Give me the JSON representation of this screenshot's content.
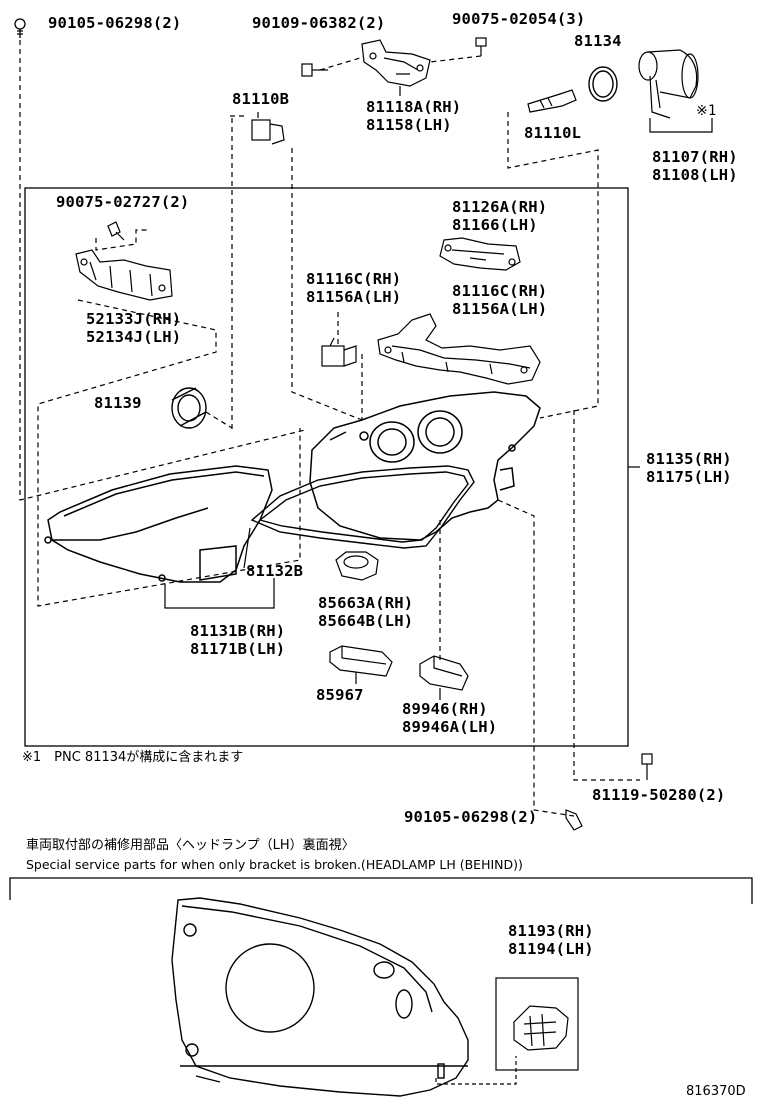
{
  "labels": {
    "p90105_top": "90105-06298(2)",
    "p90109": "90109-06382(2)",
    "p90075_02054": "90075-02054(3)",
    "p81134": "81134",
    "p81110b": "81110B",
    "p81118a": "81118A(RH)",
    "p81158": "81158(LH)",
    "p81110l": "81110L",
    "p81107": "81107(RH)",
    "p81108": "81108(LH)",
    "mark1": "※1",
    "p90075_02727": "90075-02727(2)",
    "p81126a": "81126A(RH)",
    "p81166": "81166(LH)",
    "p52133j": "52133J(RH)",
    "p52134j": "52134J(LH)",
    "p81116c_a": "81116C(RH)",
    "p81156a_a": "81156A(LH)",
    "p81116c_b": "81116C(RH)",
    "p81156a_b": "81156A(LH)",
    "p81139": "81139",
    "p81135": "81135(RH)",
    "p81175": "81175(LH)",
    "p81132b": "81132B",
    "p85663a": "85663A(RH)",
    "p85664b": "85664B(LH)",
    "p81131b": "81131B(RH)",
    "p81171b": "81171B(LH)",
    "p85967": "85967",
    "p89946": "89946(RH)",
    "p89946a": "89946A(LH)",
    "p81119": "81119-50280(2)",
    "p90105_bottom": "90105-06298(2)",
    "p81193": "81193(RH)",
    "p81194": "81194(LH)",
    "code": "816370D"
  },
  "notes": {
    "pnc": "※1　PNC 81134が構成に含まれます",
    "jp_title": "車両取付部の補修用部品〈ヘッドランプ（LH）裏面視〉",
    "en_title": "Special service parts for when only bracket is broken.(HEADLAMP LH (BEHIND))"
  }
}
